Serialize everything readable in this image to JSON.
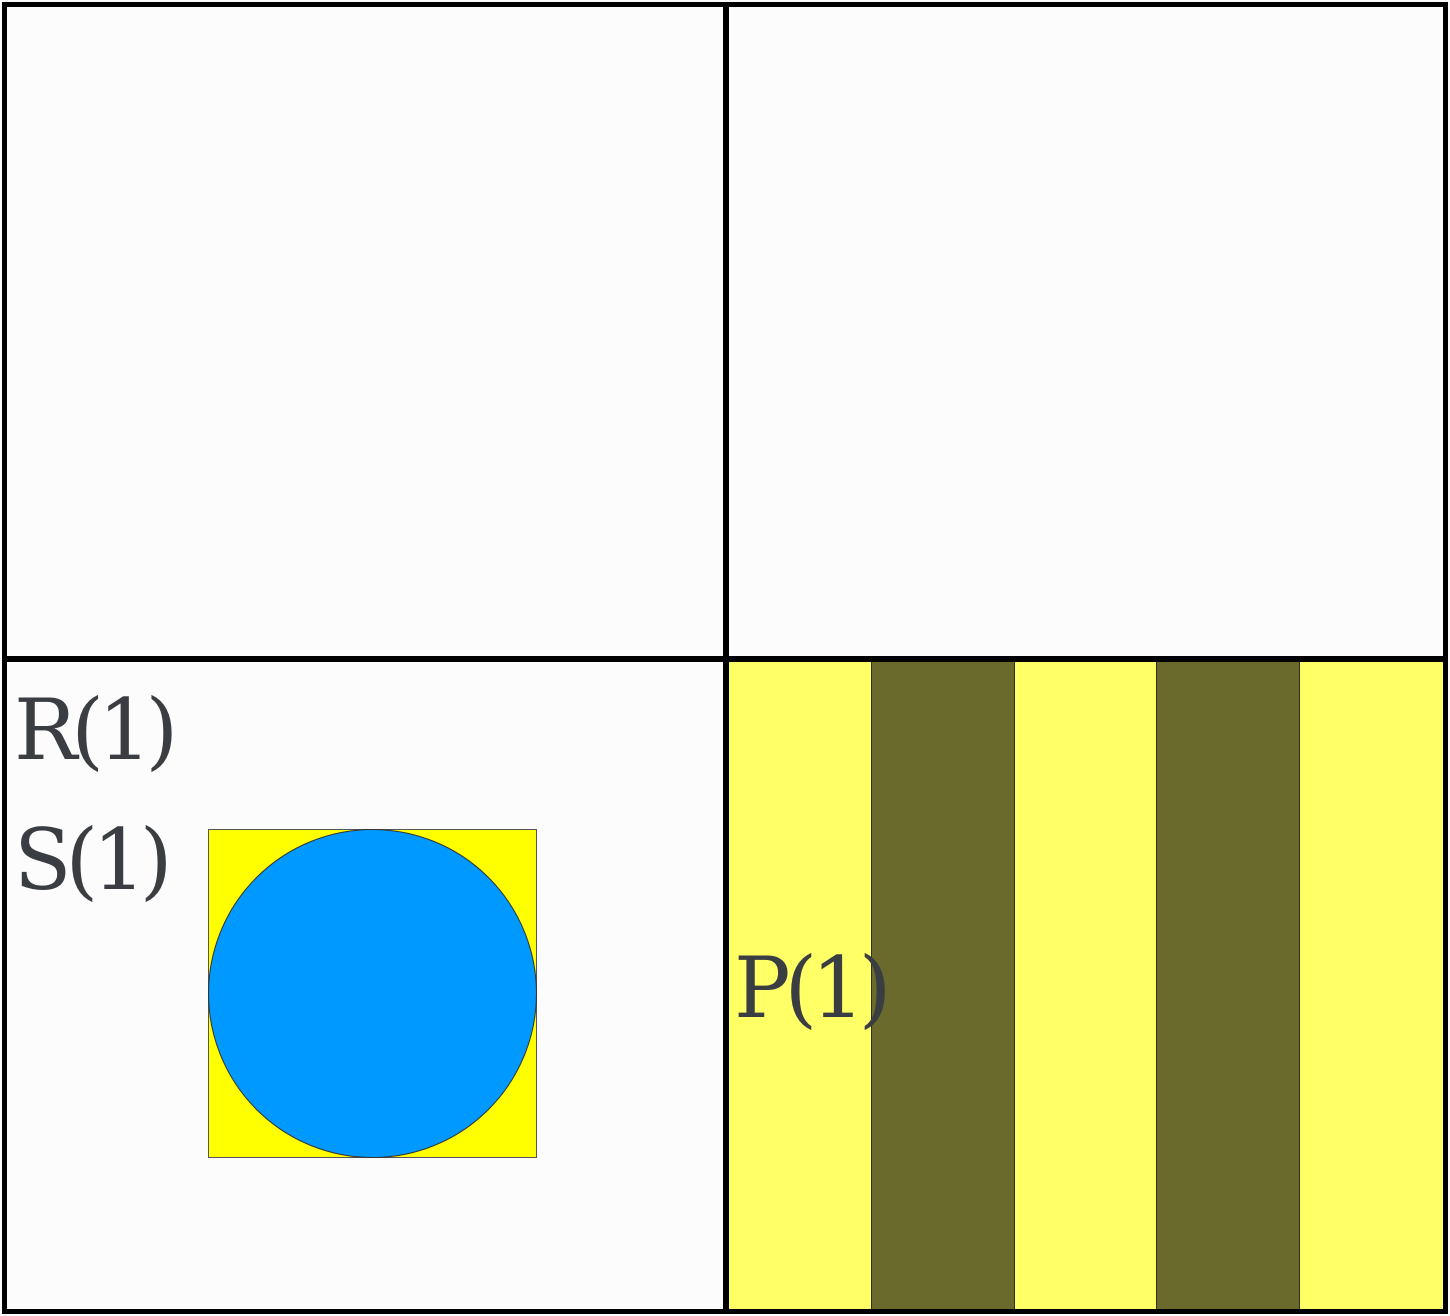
{
  "labels": {
    "r": "R(1)",
    "s": "S(1)",
    "p": "P(1)"
  },
  "colors": {
    "square_fill": "#ffff00",
    "circle_fill": "#0099ff",
    "stripe_light": "#ffff66",
    "stripe_dark": "#6b6a2d"
  },
  "stripes": [
    "light",
    "dark",
    "light",
    "dark",
    "light"
  ]
}
